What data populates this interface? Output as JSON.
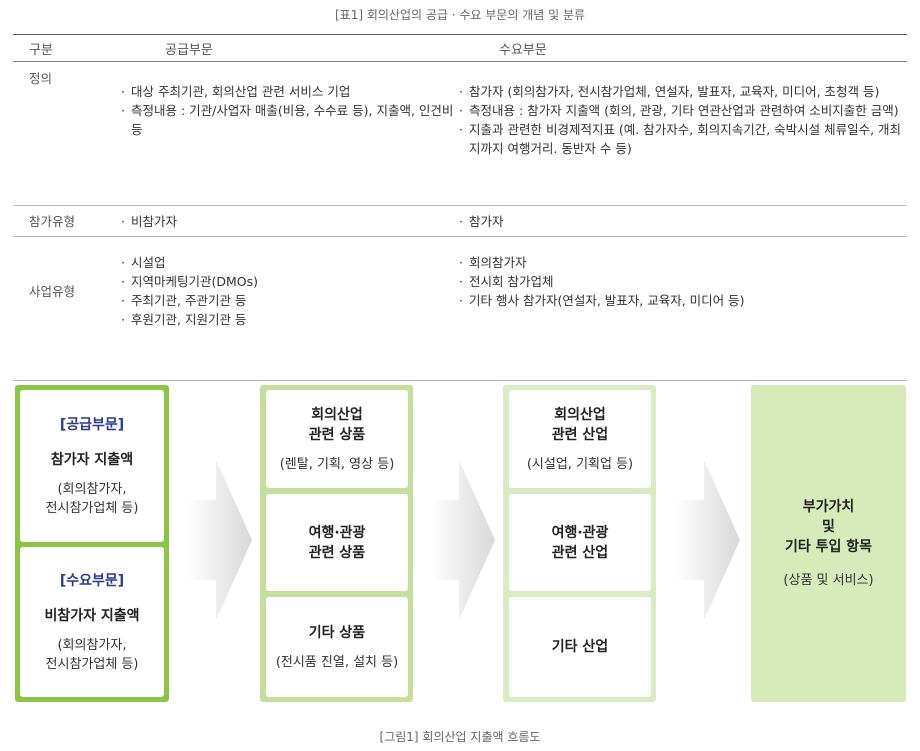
{
  "table_caption": "[표1] 회의산업의 공급 · 수요 부문의 개념 및 분류",
  "table": {
    "headers": [
      "구분",
      "공급부문",
      "수요부문"
    ],
    "rows": [
      {
        "label": "정의",
        "supply": [
          "대상  주최기관, 회의산업 관련 서비스 기업",
          "측정내용 : 기관/사업자 매출(비용, 수수료 등), 지출액, 인건비 등"
        ],
        "demand": [
          "참가자 (회의참가자, 전시참가업체, 연설자, 발표자, 교육자, 미디어, 초청객 등)",
          "측정내용 : 참가자 지출액 (회의, 관광, 기타 연관산업과 관련하여 소비지출한 금액)",
          "지출과 관련한 비경제적지표 (예. 참가자수, 회의지속기간, 숙박시설 체류일수, 개최지까지 여행거리. 동반자 수 등)"
        ]
      },
      {
        "label": "참가유형",
        "supply": [
          "비참가자"
        ],
        "demand": [
          "참가자"
        ]
      },
      {
        "label": "사업유형",
        "supply": [
          "시설업",
          "지역마케팅기관(DMOs)",
          "주최기관, 주관기관 등",
          "후원기관, 지원기관 등"
        ],
        "demand": [
          "회의참가자",
          "전시회 참가업체",
          "기타 행사 참가자(연설자, 발표자, 교육자, 미디어 등)"
        ]
      }
    ]
  },
  "flow": {
    "col1": {
      "supply_tag": "[공급부문]",
      "supply_title": "참가자 지출액",
      "supply_sub1": "(회의참가자,",
      "supply_sub2": "전시참가업체 등)",
      "demand_tag": "[수요부문]",
      "demand_title": "비참가자 지출액",
      "demand_sub1": "(회의참가자,",
      "demand_sub2": "전시참가업체 등)"
    },
    "col2": {
      "b1_title1": "회의산업",
      "b1_title2": "관련 상품",
      "b1_sub": "(렌탈, 기획, 영상 등)",
      "b2_title1": "여행·관광",
      "b2_title2": "관련 상품",
      "b3_title": "기타 상품",
      "b3_sub": "(전시품 진열, 설치 등)"
    },
    "col3": {
      "b1_title1": "회의산업",
      "b1_title2": "관련 산업",
      "b1_sub": "(시설업, 기획업 등)",
      "b2_title1": "여행·관광",
      "b2_title2": "관련 산업",
      "b3_title": "기타 산업"
    },
    "col4": {
      "title1": "부가가치",
      "title2": "및",
      "title3": "기타 투입 항목",
      "sub": "(상품 및 서비스)"
    }
  },
  "figure_caption": "[그림1] 회의산업 지출액 흐름도",
  "colors": {
    "green": "#8cc445",
    "light_green": "#c4df9d",
    "pale_green": "#d6eaba",
    "tag_blue": "#2a3a8c"
  }
}
